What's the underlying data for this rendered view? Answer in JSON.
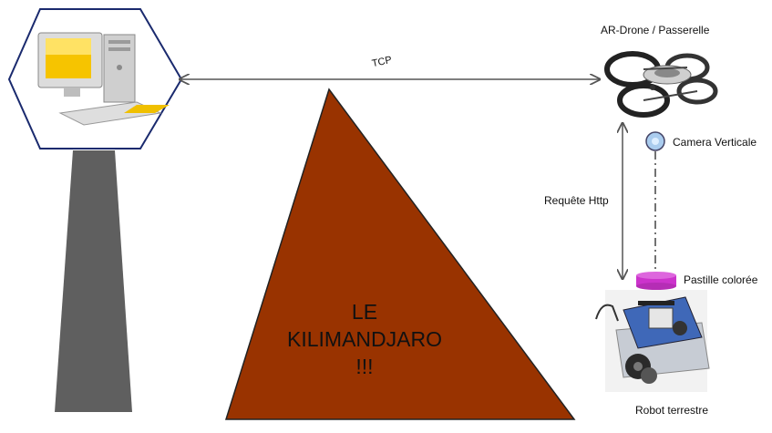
{
  "labels": {
    "connection": "TCP",
    "drone": "AR-Drone / Passerelle",
    "camera": "Camera Verticale",
    "request": "Requête Http",
    "marker": "Pastille colorée",
    "robot": "Robot terrestre"
  },
  "mountain": {
    "line1": "LE",
    "line2": "KILIMANDJARO",
    "line3": "!!!"
  },
  "colors": {
    "mountain": "#993300",
    "tower": "#5f5f5f",
    "marker": "#cc33cc",
    "camera": "#aaccee",
    "arrow": "#555555",
    "hexagon_border": "#1a2a6e"
  }
}
